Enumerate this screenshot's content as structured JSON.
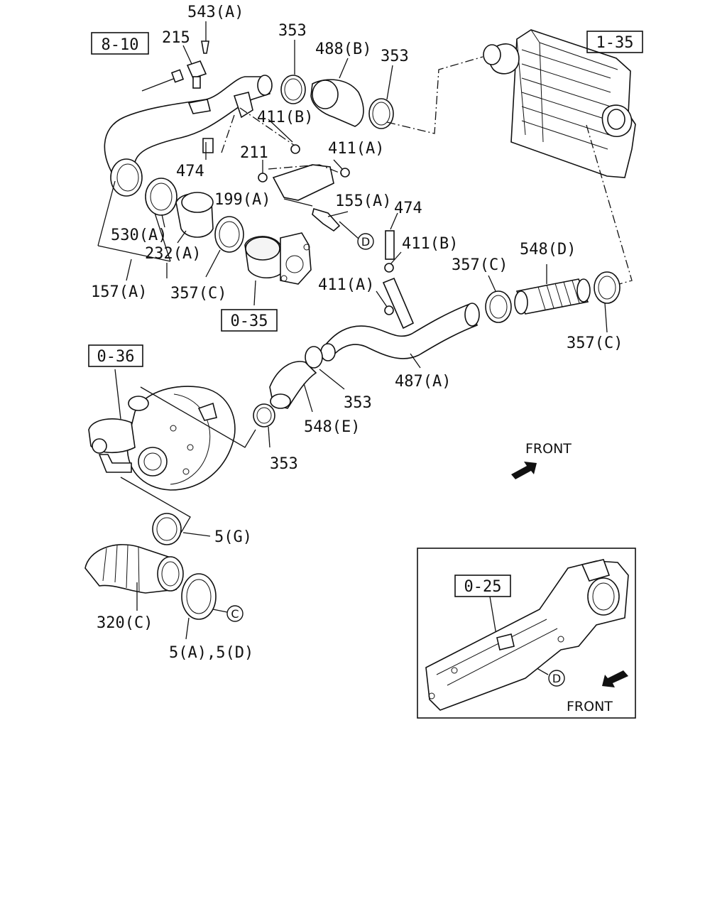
{
  "callouts": {
    "c_543a": "543(A)",
    "c_215": "215",
    "c_353_top": "353",
    "c_488b": "488(B)",
    "c_353_right": "353",
    "c_411b_top": "411(B)",
    "c_211": "211",
    "c_411a_top": "411(A)",
    "c_474_left": "474",
    "c_199a": "199(A)",
    "c_155a": "155(A)",
    "c_474_mid": "474",
    "c_411b_mid": "411(B)",
    "c_530a": "530(A)",
    "c_232a": "232(A)",
    "c_157a": "157(A)",
    "c_357c_left": "357(C)",
    "c_357c_mid": "357(C)",
    "c_548d": "548(D)",
    "c_411a_mid": "411(A)",
    "c_357c_right": "357(C)",
    "c_487a": "487(A)",
    "c_353_lower": "353",
    "c_548e": "548(E)",
    "c_353_bottom": "353",
    "c_5g": "5(G)",
    "c_320c": "320(C)",
    "c_5a5d": "5(A),5(D)"
  },
  "ref_boxes": {
    "r_810": "8-10",
    "r_135": "1-35",
    "r_035": "0-35",
    "r_036": "0-36",
    "r_025": "0-25"
  },
  "markers": {
    "m_d_main": "D",
    "m_c": "C",
    "m_d_inset": "D"
  },
  "front_main": "FRONT",
  "front_inset": "FRONT"
}
